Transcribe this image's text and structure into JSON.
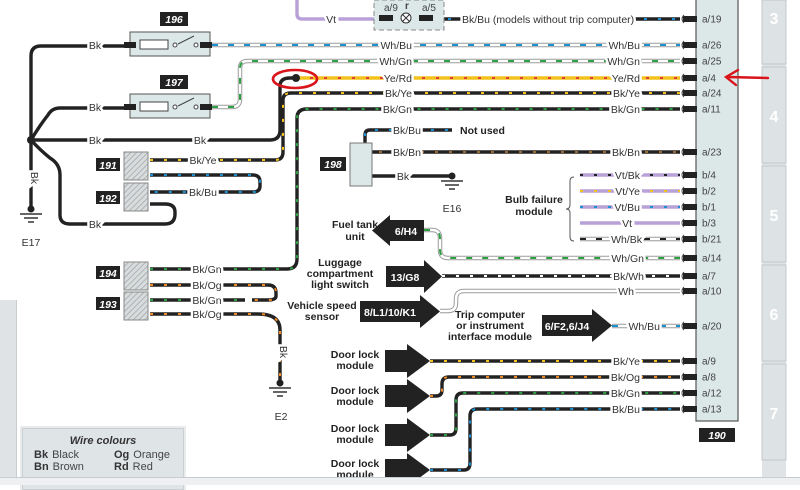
{
  "diagram": {
    "title": "Wiring diagram - module 190 connections",
    "main_module": {
      "id": "190"
    },
    "components": [
      {
        "id": "196",
        "type": "switch"
      },
      {
        "id": "197",
        "type": "switch"
      },
      {
        "id": "191",
        "type": "connector-block"
      },
      {
        "id": "192",
        "type": "connector-block"
      },
      {
        "id": "194",
        "type": "connector-block"
      },
      {
        "id": "193",
        "type": "connector-block"
      },
      {
        "id": "198",
        "type": "connector"
      }
    ],
    "lamp": {
      "pin_left": "a/9",
      "symbol": "r",
      "pin_right": "a/5"
    },
    "grounds": {
      "e17": "E17",
      "e16": "E16",
      "e2": "E2"
    },
    "wires": {
      "vt_top": "Vt",
      "bkbu_note": "Bk/Bu (models without trip computer)",
      "w196_left": "Bk",
      "w197_left": "Bk",
      "bk_row_1": "Bk",
      "bk_row_2": "Bk",
      "whbu_mid": "Wh/Bu",
      "whgn_mid": "Wh/Gn",
      "yerd_mid": "Ye/Rd",
      "bkye_mid": "Bk/Ye",
      "bkgn_mid": "Bk/Gn",
      "whbu_right": "Wh/Bu",
      "whgn_right": "Wh/Gn",
      "yerd_right": "Ye/Rd",
      "bkye_right": "Bk/Ye",
      "bkgn_right": "Bk/Gn",
      "c191_bkye": "Bk/Ye",
      "c192_bkbu": "Bk/Bu",
      "bk_bottom": "Bk",
      "e17_vertical": "Bk",
      "c198_bkbu": "Bk/Bu",
      "not_used": "Not used",
      "c198_bkbn": "Bk/Bn",
      "c198_bk": "Bk",
      "bkbn_right": "Bk/Bn",
      "bulb": [
        "Vt/Bk",
        "Vt/Ye",
        "Vt/Bu",
        "Vt",
        "Wh/Bk"
      ],
      "whgn_fuel": "Wh/Gn",
      "bkwh_lug": "Bk/Wh",
      "wh_speed": "Wh",
      "whbu_trip": "Wh/Bu",
      "c194_bkgn": "Bk/Gn",
      "c194_bkog": "Bk/Og",
      "c193_bkgn": "Bk/Gn",
      "c193_bkog": "Bk/Og",
      "e2_vertical": "Bk",
      "door": [
        "Bk/Ye",
        "Bk/Og",
        "Bk/Gn",
        "Bk/Bu"
      ]
    },
    "pins": [
      "a/19",
      "a/26",
      "a/25",
      "a/4",
      "a/24",
      "a/11",
      "a/23",
      "b/4",
      "b/2",
      "b/1",
      "b/3",
      "b/21",
      "a/14",
      "a/7",
      "a/10",
      "a/20",
      "a/9",
      "a/8",
      "a/12",
      "a/13"
    ],
    "labels": {
      "bulb_failure": [
        "Bulb failure",
        "module"
      ],
      "fuel_tank": [
        "Fuel tank",
        "unit"
      ],
      "luggage": [
        "Luggage",
        "compartment",
        "light switch"
      ],
      "speed": [
        "Vehicle speed",
        "sensor"
      ],
      "trip": [
        "Trip computer",
        "or instrument",
        "interface module"
      ],
      "door_lock": [
        "Door lock",
        "module"
      ]
    },
    "refs": {
      "fuel": "6/H4",
      "luggage": "13/G8",
      "speed": "8/L1/10/K1",
      "trip": "6/F2,6/J4"
    },
    "page_tabs": [
      "3",
      "4",
      "5",
      "6",
      "7"
    ],
    "annotation": {
      "highlight_pin": "a/4",
      "color": "#d9141b"
    }
  },
  "legend": {
    "title": "Wire colours",
    "entries": [
      {
        "code": "Bk",
        "name": "Black"
      },
      {
        "code": "Og",
        "name": "Orange"
      },
      {
        "code": "Bn",
        "name": "Brown"
      },
      {
        "code": "Rd",
        "name": "Red"
      }
    ]
  },
  "colors": {
    "black": "#222222",
    "blue": "#1c8fd0",
    "green": "#2ea043",
    "yellow": "#f4c21d",
    "red": "#e43b3b",
    "orange": "#f08a24",
    "violet": "#b8a1d8",
    "brown": "#9a6a3a",
    "module_fill": "#dce8e8",
    "annotation_red": "#d9141b"
  }
}
